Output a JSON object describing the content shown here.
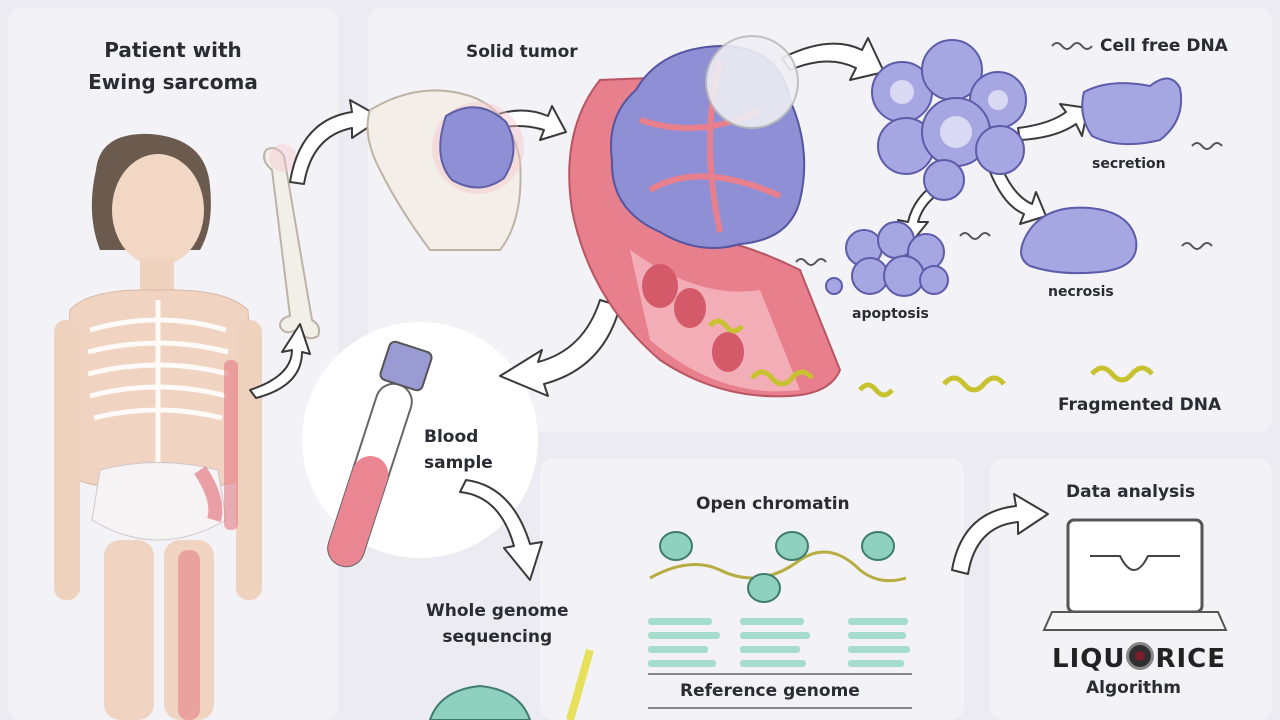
{
  "labels": {
    "patient_line1": "Patient with",
    "patient_line2": "Ewing sarcoma",
    "solid_tumor": "Solid tumor",
    "cell_free_dna": "Cell free DNA",
    "secretion": "secretion",
    "apoptosis": "apoptosis",
    "necrosis": "necrosis",
    "fragmented_dna": "Fragmented DNA",
    "blood_sample_line1": "Blood",
    "blood_sample_line2": "sample",
    "open_chromatin": "Open chromatin",
    "reference_genome": "Reference genome",
    "wgs_line1": "Whole genome",
    "wgs_line2": "sequencing",
    "data_analysis": "Data analysis",
    "logo_left": "LIQU",
    "logo_right": "RICE",
    "algorithm": "Algorithm"
  },
  "colors": {
    "tumor_purple": "#8f8fd6",
    "vessel_red": "#e87f8c",
    "dna_yellow": "#e7e05a",
    "chromatin_teal": "#8fd1bf",
    "arrow": "#ffffff",
    "arrow_outline": "#3a3a3a"
  },
  "icons": [
    "child-figure-icon",
    "bone-icon",
    "tumor-icon",
    "blood-vessel-icon",
    "cells-icon",
    "dna-fragment-icon",
    "blood-tube-icon",
    "sequencer-icon",
    "laptop-icon"
  ]
}
